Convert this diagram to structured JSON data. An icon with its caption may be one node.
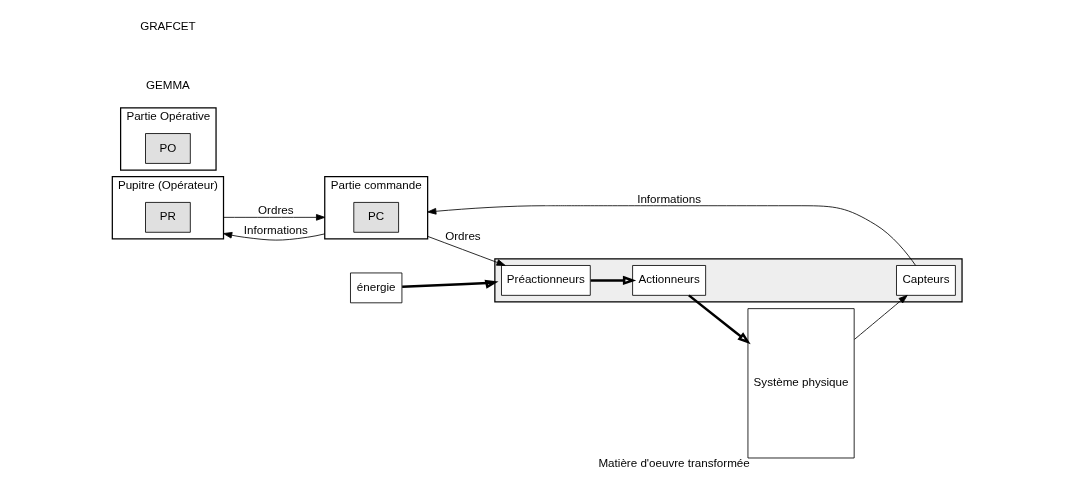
{
  "diagram": {
    "nodes": [
      {
        "text": [
          "Pupitre (Opérateur)"
        ]
      },
      {
        "text": [
          "PR"
        ],
        "in": 0
      },
      {
        "text": [
          "Partie commande"
        ]
      },
      {
        "text": [
          "PC"
        ],
        "in": 2
      },
      {
        "text": [
          "énergie"
        ]
      },
      {
        "text": [],
        "shape": "box"
      },
      {
        "text": [
          "Préactionneurs"
        ],
        "in": 5
      },
      {
        "text": [
          "Actionneurs"
        ],
        "in": 5
      },
      {
        "text": [
          "Capteurs"
        ],
        "in": 5
      },
      {
        "text": [
          "Partie Opérative"
        ]
      },
      {
        "text": [
          "PO"
        ],
        "in": 9
      },
      {
        "text": [
          "Système physique"
        ],
        "beside": [
          "Matière d'oeuvre transformée"
        ]
      }
    ],
    "edges": [
      {
        "from": 0,
        "to": 2,
        "arrow": "to",
        "label": "Ordres"
      },
      {
        "from": 2,
        "to": 0,
        "arrow": "to",
        "label": "Informations"
      },
      {
        "from": 2,
        "to": 6,
        "arrow": "to",
        "label": "Ordres"
      },
      {
        "from": 8,
        "to": 2,
        "arrow": "to",
        "label": "Informations"
      },
      {
        "from": 4,
        "to": 5,
        "arrow": "to",
        "style": "thick"
      },
      {
        "from": 6,
        "to": 7,
        "arrow": "to",
        "style": "thick"
      },
      {
        "from": 7,
        "to": 11,
        "arrow": "to",
        "style": "thick"
      },
      {
        "from": 11,
        "to": 8,
        "arrow": "to"
      }
    ],
    "labels": [
      "GEMMA",
      "GRAFCET"
    ]
  }
}
